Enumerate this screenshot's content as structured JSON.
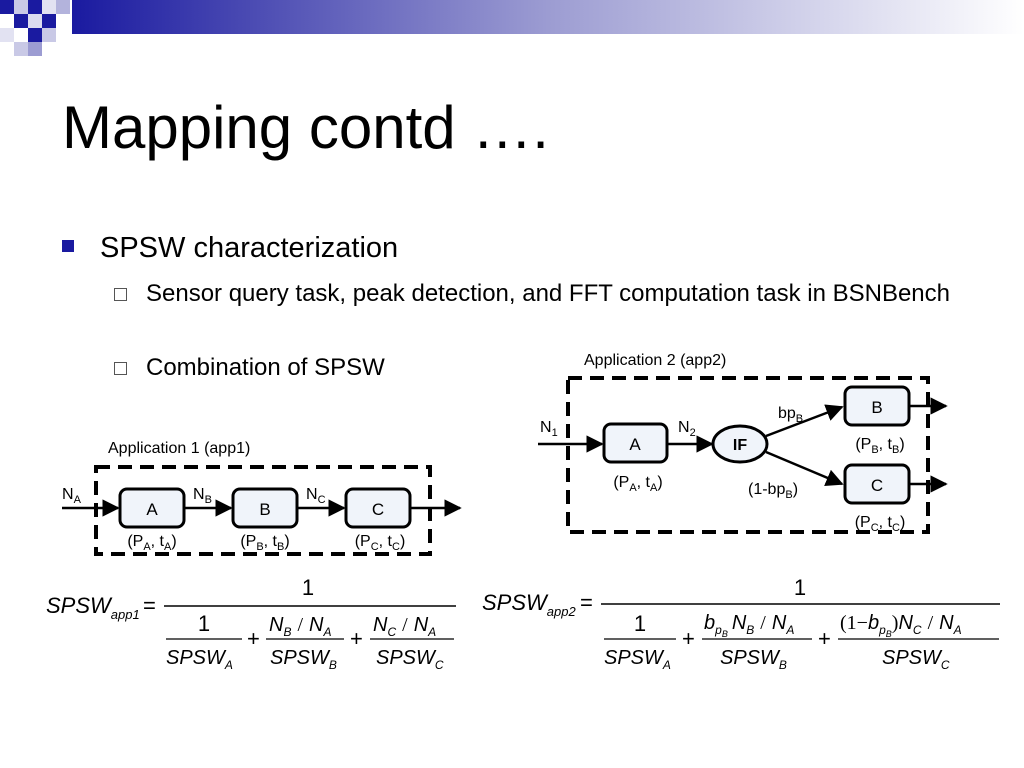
{
  "slide": {
    "title": "Mapping contd ….",
    "bullets": [
      {
        "text": "SPSW characterization",
        "sub": [
          "Sensor query task, peak detection, and FFT computation task in BSNBench",
          "Combination of SPSW"
        ]
      }
    ]
  },
  "colors": {
    "accent": "#1a1aa0",
    "fill": "#f0f4fa",
    "edge": "#000000"
  },
  "diagram": {
    "app1": {
      "title": "Application 1 (app1)",
      "nodes": [
        {
          "label": "A",
          "in": "N",
          "in_sub": "A",
          "ann_a": "(P",
          "ann_a_sub": "A",
          "ann_b": ", t",
          "ann_b_sub": "A",
          "ann_c": ")"
        },
        {
          "label": "B",
          "in": "N",
          "in_sub": "B",
          "ann_a": "(P",
          "ann_a_sub": "B",
          "ann_b": ", t",
          "ann_b_sub": "B",
          "ann_c": ")"
        },
        {
          "label": "C",
          "in": "N",
          "in_sub": "C",
          "ann_a": "(P",
          "ann_a_sub": "C",
          "ann_b": ", t",
          "ann_b_sub": "C",
          "ann_c": ")"
        }
      ]
    },
    "app2": {
      "title": "Application 2 (app2)",
      "in1": "N",
      "in1_sub": "1",
      "in2": "N",
      "in2_sub": "2",
      "if_label": "IF",
      "prob_top": "bp",
      "prob_top_sub": "B",
      "prob_bot_a": "(1-bp",
      "prob_bot_sub": "B",
      "prob_bot_b": ")",
      "nodes": [
        {
          "label": "A",
          "ann_a": "(P",
          "ann_a_sub": "A",
          "ann_b": ", t",
          "ann_b_sub": "A",
          "ann_c": ")"
        },
        {
          "label": "B",
          "ann_a": "(P",
          "ann_a_sub": "B",
          "ann_b": ", t",
          "ann_b_sub": "B",
          "ann_c": ")"
        },
        {
          "label": "C",
          "ann_a": "(P",
          "ann_a_sub": "C",
          "ann_b": ", t",
          "ann_b_sub": "C",
          "ann_c": ")"
        }
      ]
    }
  },
  "formulas": {
    "one": "1",
    "eq": "=",
    "plus": "+",
    "spsw": "SPSW",
    "app1_sub": "app1",
    "app2_sub": "app2",
    "sub_a": "A",
    "sub_b": "B",
    "sub_c": "C",
    "nb_na": "N",
    "slash": "/",
    "b": "b",
    "p": "p",
    "one_minus_open": "(1−",
    "close_paren": ")"
  }
}
